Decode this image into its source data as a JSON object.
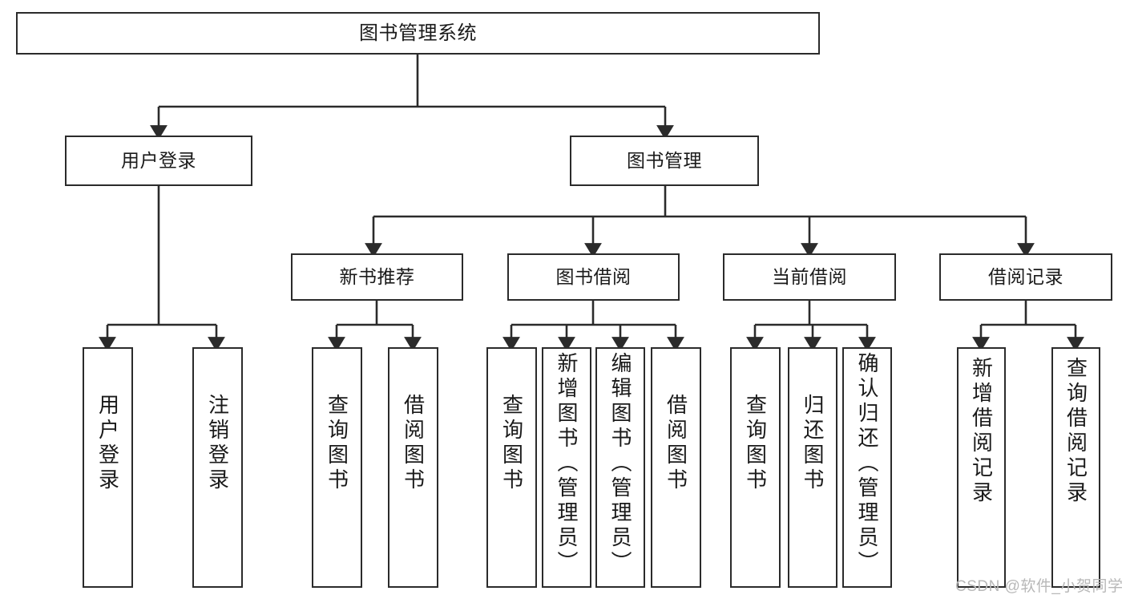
{
  "diagram": {
    "title": "图书管理系统",
    "type": "tree-hierarchy-diagram",
    "colors": {
      "box_border": "#2b2b2b",
      "box_fill": "#ffffff",
      "connector": "#2b2b2b",
      "background": "#ffffff",
      "watermark": "#b8b8b8"
    },
    "root": {
      "label": "图书管理系统"
    },
    "level2": [
      {
        "label": "用户登录"
      },
      {
        "label": "图书管理"
      }
    ],
    "level3": [
      {
        "label": "新书推荐"
      },
      {
        "label": "图书借阅"
      },
      {
        "label": "当前借阅"
      },
      {
        "label": "借阅记录"
      }
    ],
    "leaves": [
      {
        "label": "用户登录"
      },
      {
        "label": "注销登录"
      },
      {
        "label": "查询图书"
      },
      {
        "label": "借阅图书"
      },
      {
        "label": "查询图书"
      },
      {
        "label": "新增图书（管理员）"
      },
      {
        "label": "编辑图书（管理员）"
      },
      {
        "label": "借阅图书"
      },
      {
        "label": "查询图书"
      },
      {
        "label": "归还图书"
      },
      {
        "label": "确认归还（管理员）"
      },
      {
        "label": "新增借阅记录"
      },
      {
        "label": "查询借阅记录"
      }
    ],
    "watermark": "CSDN @软件_小贺同学"
  }
}
